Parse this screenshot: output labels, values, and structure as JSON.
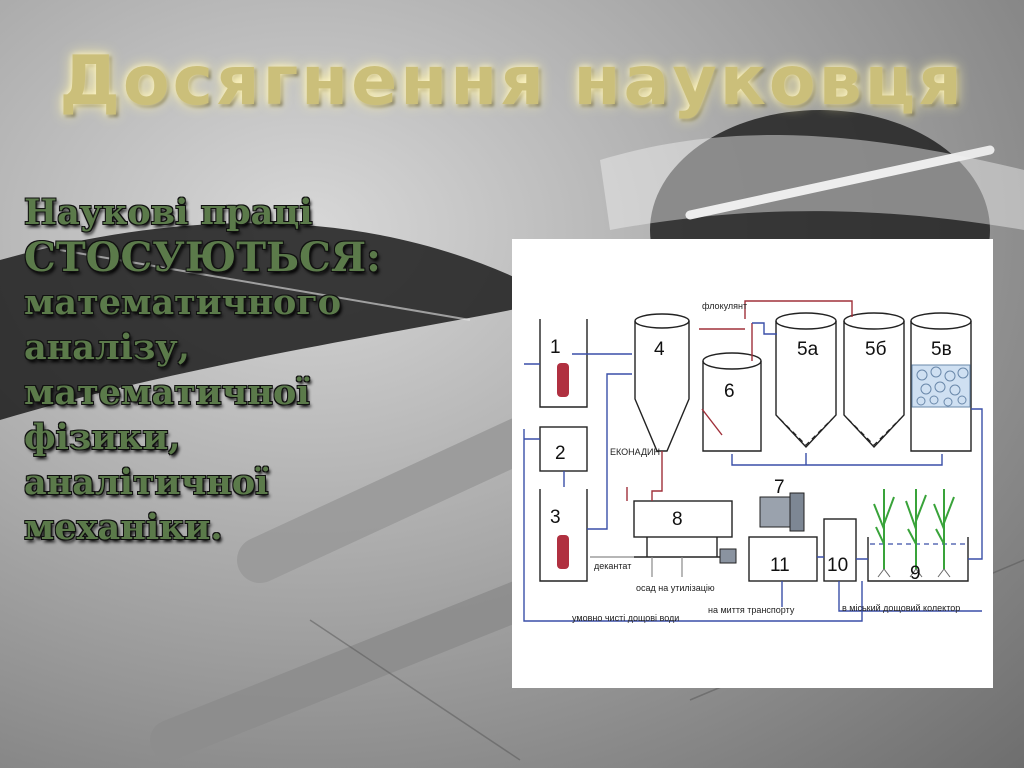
{
  "title": "Досягнення науковця",
  "topics": {
    "lines": [
      "Наукові праці",
      "СТОСУЮТЬСЯ:",
      "математичного",
      "аналізу,",
      "математичної",
      "фізики,",
      "аналітичної",
      "механіки."
    ]
  },
  "diagram": {
    "units": [
      "1",
      "2",
      "3",
      "4",
      "6",
      "5а",
      "5б",
      "5в",
      "8",
      "7",
      "11",
      "10",
      "9"
    ],
    "labels": {
      "flocculant": "флокулянт",
      "econadin": "ЕКОНАДИН",
      "decantate": "декантат",
      "sludge": "осад на утилізацію",
      "rainwater": "умовно чисті дощові води",
      "car_wash": "на миття транспорту",
      "city_collector": "в міський дощовий колектор"
    },
    "colors": {
      "outline": "#222222",
      "blue_flow": "#3a4fa8",
      "red_flow": "#a0303a",
      "grey_flow": "#8a8a8a",
      "plants": "#39a33a",
      "pump": "#b03040"
    }
  }
}
